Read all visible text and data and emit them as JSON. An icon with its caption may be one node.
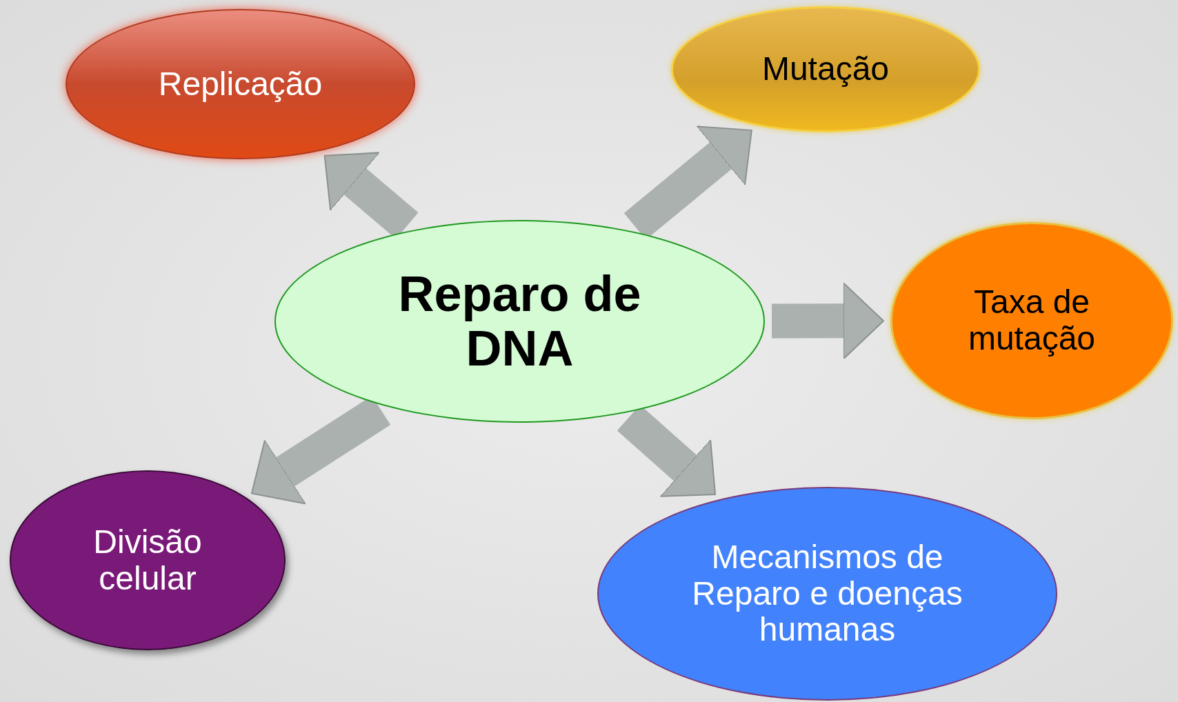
{
  "diagram": {
    "nodes": [
      {
        "text": [
          "Replicação"
        ]
      },
      {
        "text": [
          "Mutação"
        ]
      },
      {
        "text": [
          "Reparo de DNA"
        ]
      },
      {
        "text": [
          "Taxa de mutação"
        ]
      },
      {
        "text": [
          "Divisão celular"
        ]
      },
      {
        "text": [
          "Mecanismos de Reparo e doenças humanas"
        ]
      }
    ],
    "edges": [
      {
        "from": 2,
        "to": 0,
        "arrow": "to"
      },
      {
        "from": 2,
        "to": 1,
        "arrow": "to"
      },
      {
        "from": 2,
        "to": 3,
        "arrow": "to"
      },
      {
        "from": 2,
        "to": 4,
        "arrow": "to"
      },
      {
        "from": 2,
        "to": 5,
        "arrow": "to"
      }
    ]
  }
}
